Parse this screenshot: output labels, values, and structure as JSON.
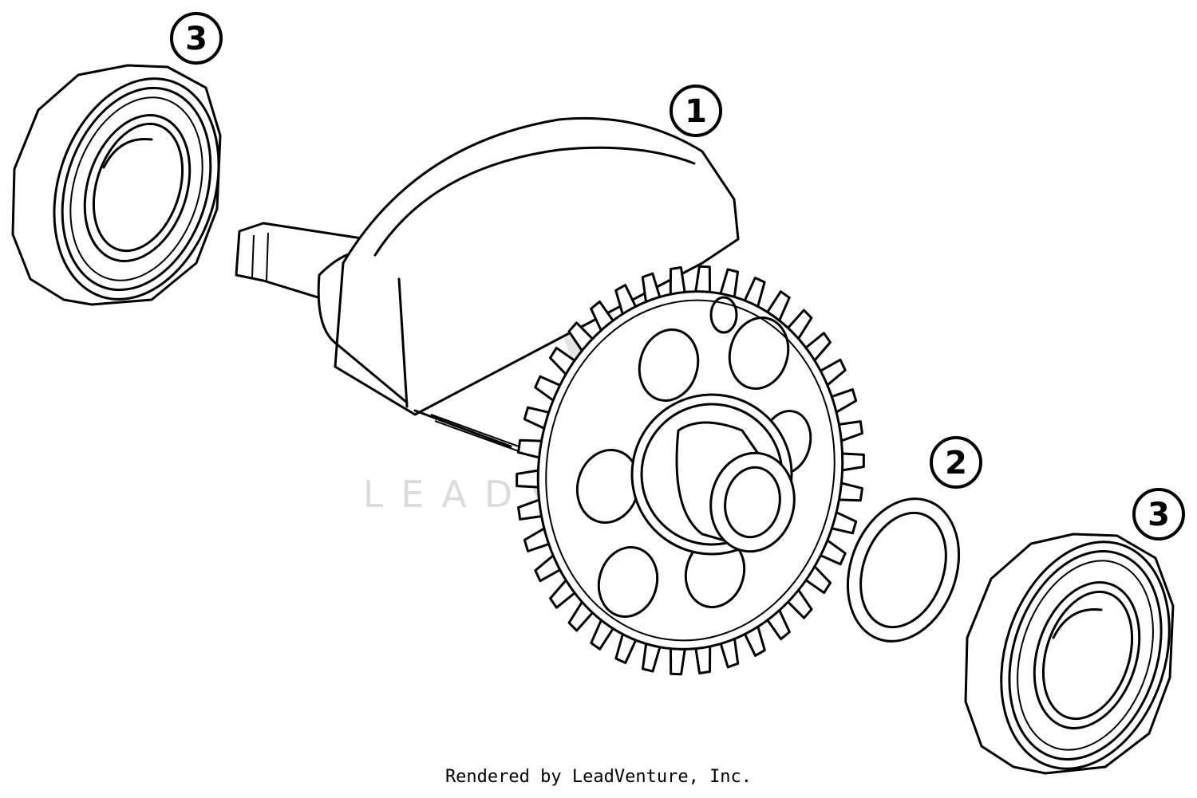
{
  "callouts": [
    {
      "id": "crankshaft",
      "label": "1"
    },
    {
      "id": "shim",
      "label": "2"
    },
    {
      "id": "bearing-left",
      "label": "3"
    },
    {
      "id": "bearing-right",
      "label": "3"
    }
  ],
  "watermark": "LEADVENTURE",
  "footer": "Rendered by LeadVenture, Inc."
}
